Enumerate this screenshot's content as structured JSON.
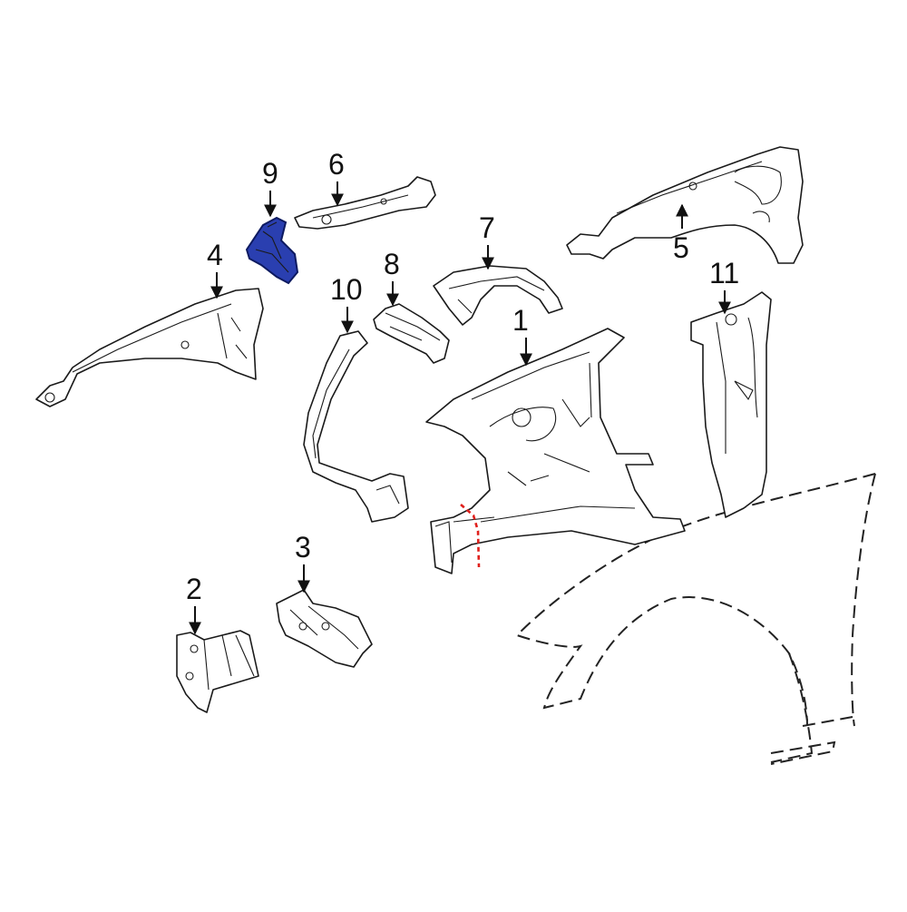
{
  "diagram": {
    "highlight_color": "#2a3fb0",
    "cut_line_color": "#e0201c",
    "callouts": [
      {
        "id": "1",
        "label": "1"
      },
      {
        "id": "2",
        "label": "2"
      },
      {
        "id": "3",
        "label": "3"
      },
      {
        "id": "4",
        "label": "4"
      },
      {
        "id": "5",
        "label": "5"
      },
      {
        "id": "6",
        "label": "6"
      },
      {
        "id": "7",
        "label": "7"
      },
      {
        "id": "8",
        "label": "8"
      },
      {
        "id": "9",
        "label": "9"
      },
      {
        "id": "10",
        "label": "10"
      },
      {
        "id": "11",
        "label": "11"
      }
    ],
    "highlighted_part": "9"
  }
}
